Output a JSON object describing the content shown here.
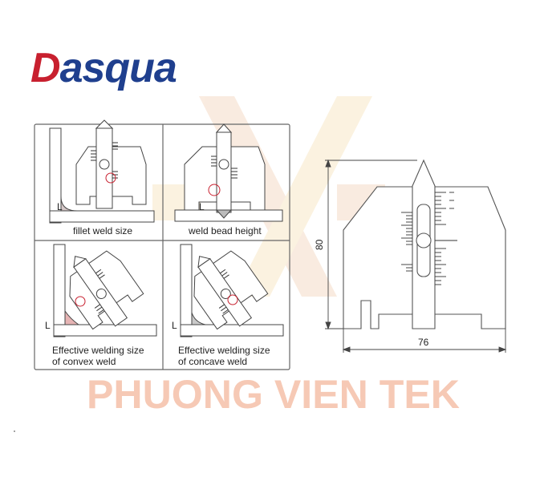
{
  "brand": {
    "name": "Dasqua",
    "first_letter": "D",
    "rest": "asqua",
    "first_color": "#c8202f",
    "rest_color": "#1f3f8e"
  },
  "panels": {
    "top_left": "fillet weld size",
    "top_right": "weld bead height",
    "bottom_left_line1": "Effective welding size",
    "bottom_left_line2": "of convex weld",
    "bottom_right_line1": "Effective welding size",
    "bottom_right_line2": "of concave weld"
  },
  "panel_marks": {
    "L": "L"
  },
  "dimensions": {
    "height": "80",
    "width": "76"
  },
  "watermark": {
    "text": "PHUONG VIEN TEK",
    "color": "#f6c9b5",
    "logo_color": "#f5dcc8"
  },
  "colors": {
    "line": "#444444",
    "frame": "#666666",
    "accent_red": "#c8202f"
  }
}
